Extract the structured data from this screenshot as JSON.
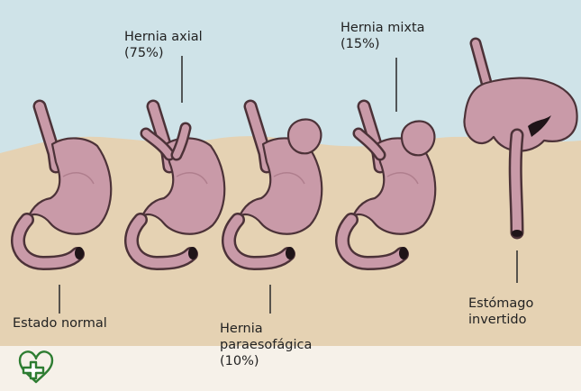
{
  "diagram": {
    "labels": {
      "normal": [
        "Estado normal"
      ],
      "axial": [
        "Hernia axial",
        "(75%)"
      ],
      "paraesophageal": [
        "Hernia",
        "paraesofágica",
        "(10%)"
      ],
      "mixed": [
        "Hernia mixta",
        "(15%)"
      ],
      "inverted": [
        "Estómago",
        "invertido"
      ]
    },
    "colors": {
      "sky": "#cfe3e8",
      "abdomen": "#e5d2b3",
      "stomach_fill": "#c99aa8",
      "stomach_outline": "#4c3238",
      "bottom_strip": "#f6f1e9",
      "logo": "#2e7d32",
      "leader_line": "#333333"
    },
    "logo_icon": "heart-plus-logo"
  }
}
